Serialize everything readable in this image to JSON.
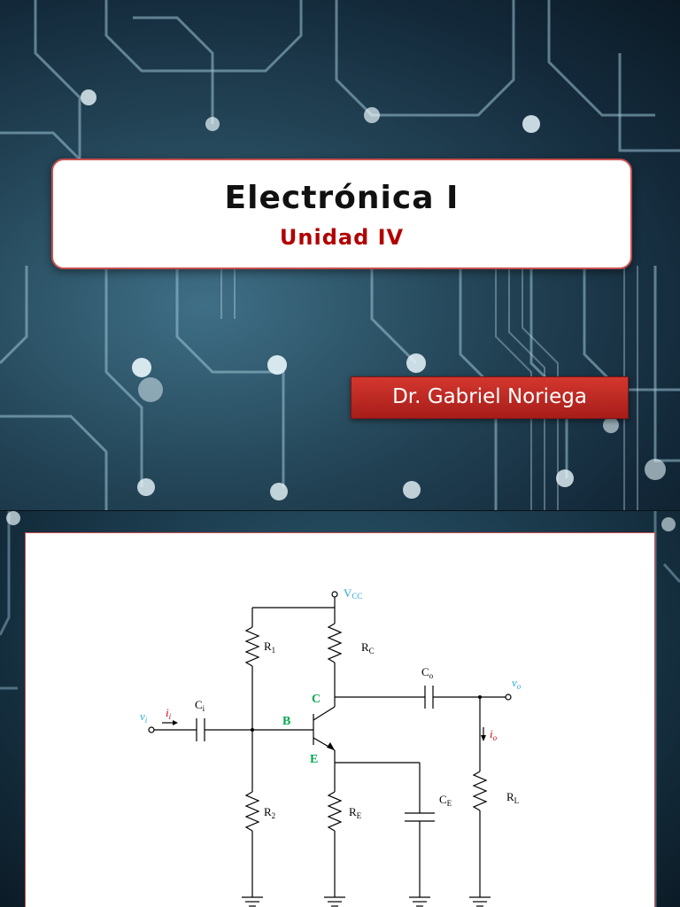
{
  "slide1": {
    "title": "Electrónica I",
    "subtitle": "Unidad IV",
    "author": "Dr. Gabriel Noriega"
  },
  "slide2": {
    "labels": {
      "vcc": "V",
      "vcc_sub": "CC",
      "r1": "R",
      "r1_sub": "1",
      "r2": "R",
      "r2_sub": "2",
      "rc": "R",
      "rc_sub": "C",
      "re": "R",
      "re_sub": "E",
      "rl": "R",
      "rl_sub": "L",
      "ci": "C",
      "ci_sub": "i",
      "co": "C",
      "co_sub": "o",
      "ce": "C",
      "ce_sub": "E",
      "vi": "v",
      "vi_sub": "i",
      "ii": "i",
      "ii_sub": "i",
      "vo": "v",
      "vo_sub": "o",
      "io": "i",
      "io_sub": "o",
      "b": "B",
      "c": "C",
      "e": "E"
    },
    "colors": {
      "terminal_green": "#00a84f",
      "signal_blue": "#29a8e0",
      "current_red": "#d8000c"
    }
  }
}
